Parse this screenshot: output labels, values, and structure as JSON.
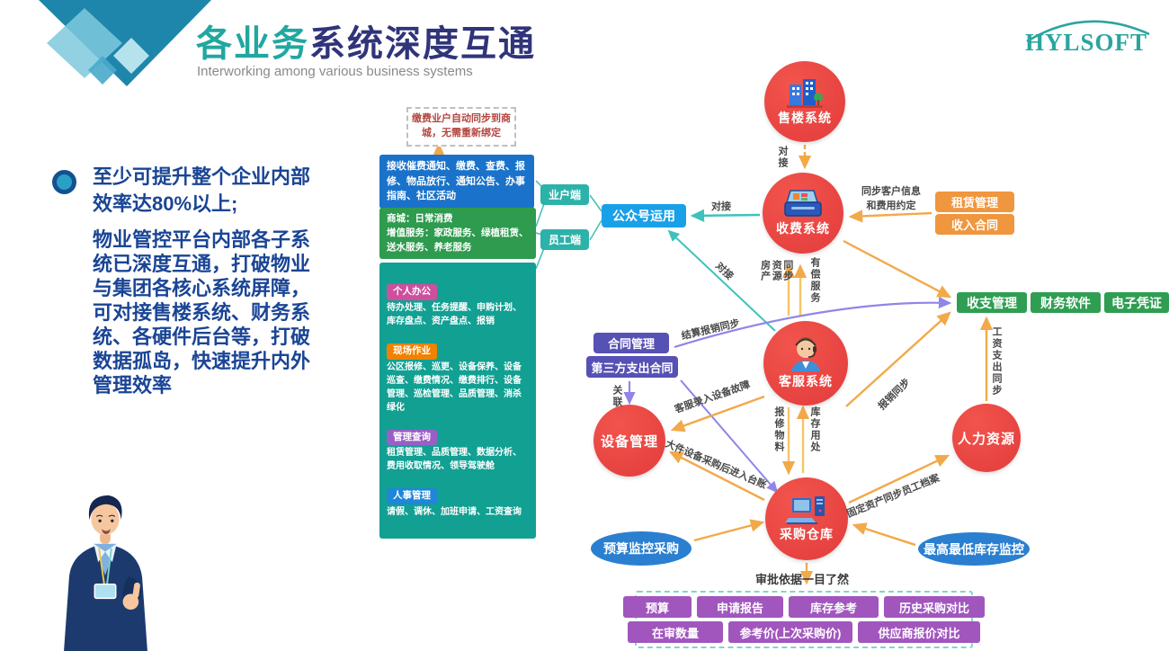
{
  "header": {
    "title_accent": "各业务",
    "title_rest": "系统深度互通",
    "subtitle": "Interworking among various business systems",
    "logo": "HYLSOFT"
  },
  "left_panel": {
    "point1": "至少可提升整个企业内部效率达80%以上;",
    "point2": "物业管控平台内部各子系统已深度互通，打破物业与集团各核心系统屏障，可对接售楼系统、财务系统、各硬件后台等，打破数据孤岛，快速提升内外管理效率"
  },
  "app_panels": {
    "note": "缴费业户自动同步到商城，无需重新绑定",
    "owner_app": "接收催费通知、缴费、查费、报修、物品放行、通知公告、办事指南、社区活动",
    "mall": "商城：日常消费\n增值服务：家政服务、绿植租赁、送水服务、养老服务",
    "staff_sections": [
      {
        "badge": "个人办公",
        "color": "#ce4f9e",
        "text": "待办处理、任务提醒、申购计划、库存盘点、资产盘点、报销"
      },
      {
        "badge": "现场作业",
        "color": "#ef8200",
        "text": "公区报修、巡更、设备保养、设备巡查、缴费情况、缴费排行、设备管理、巡检管理、品质管理、消杀绿化"
      },
      {
        "badge": "管理查询",
        "color": "#9a5ec7",
        "text": "租赁管理、品质管理、数据分析、费用收取情况、领导驾驶舱"
      },
      {
        "badge": "人事管理",
        "color": "#1f86d8",
        "text": "请假、调休、加班申请、工资查询"
      }
    ],
    "owner_label": "业户端",
    "staff_label": "员工端",
    "wechat": "公众号运用"
  },
  "nodes": {
    "sales": {
      "label": "售楼系统",
      "icon": "building-icon"
    },
    "charging": {
      "label": "收费系统",
      "icon": "pos-terminal-icon"
    },
    "service": {
      "label": "客服系统",
      "icon": "support-agent-icon"
    },
    "equipment": {
      "label": "设备管理",
      "icon": ""
    },
    "purchase": {
      "label": "采购仓库",
      "icon": "computer-warehouse-icon"
    },
    "hr": {
      "label": "人力资源",
      "icon": ""
    }
  },
  "side_boxes": {
    "lease": "租赁管理",
    "income": "收入合同",
    "finance": [
      "收支管理",
      "财务软件",
      "电子凭证"
    ],
    "contract": "合同管理",
    "third_party": "第三方支出合同",
    "budget_monitor": "预算监控采购",
    "stock_monitor": "最高最低库存监控"
  },
  "edge_labels": {
    "dock_vert": "对接",
    "dock_wechat": "对接",
    "dock_diag": "对接",
    "sync_customer": "同步客户信息\n和费用约定",
    "property_sync": "房产资源同步",
    "paid_service": "有偿服务",
    "settle_sync": "结算报销同步",
    "cs_fault": "客服录入设备故障",
    "relation": "关联",
    "big_equipment": "大件设备采购后进入台账",
    "repair_material": "报修物料",
    "stock_use": "库存用处",
    "fixed_asset": "固定资产同步员工档案",
    "salary_sync": "工资支出同步",
    "reimburse_sync": "报销同步",
    "approval_basis": "审批依据一目了然"
  },
  "purchase_panel": {
    "row1": [
      "预算",
      "申请报告",
      "库存参考",
      "历史采购对比"
    ],
    "row2": [
      "在审数量",
      "参考价(上次采购价)",
      "供应商报价对比"
    ]
  },
  "colors": {
    "title_accent": "#21a7a0",
    "title_rest": "#303479",
    "body_text": "#1a4595",
    "node_red": "#e23c3c",
    "teal_panel": "#12a093",
    "blue_panel": "#1a72ca",
    "green_panel": "#2e9b4e",
    "orange_box": "#f0963e",
    "green_box": "#2f9e52",
    "purple_box": "#5651b4",
    "blue_ellipse": "#2b7fd0",
    "purple_button": "#a156be",
    "arrow_orange": "#f2a94a",
    "arrow_teal": "#3fc2bd",
    "arrow_purple": "#8f86e8"
  }
}
